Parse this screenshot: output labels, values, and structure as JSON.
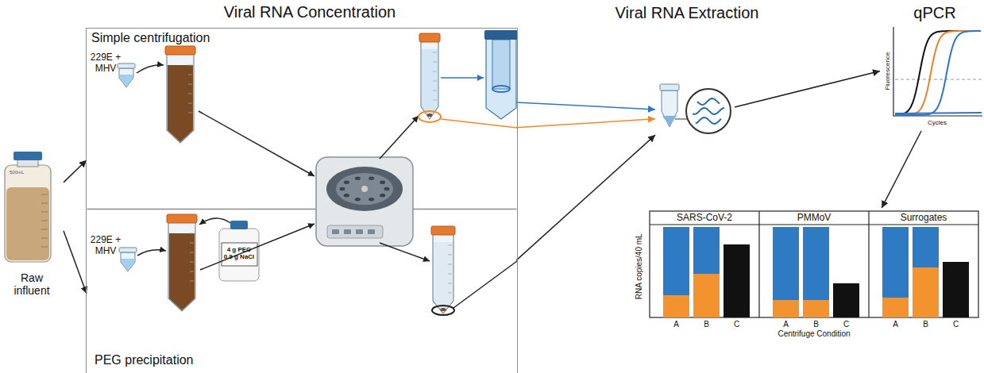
{
  "diagram": {
    "nodes": [
      {
        "text": [
          "Viral RNA Concentration"
        ]
      },
      {
        "text": [
          "Simple centrifugation"
        ],
        "in": 0
      },
      {
        "text": [
          "PEG precipitation"
        ],
        "in": 0
      },
      {
        "text": [
          "229E + MHV"
        ],
        "in": 1
      },
      {
        "text": [
          "229E + MHV"
        ],
        "in": 2
      },
      {
        "text": [
          "4 g PEG 0.9 g NaCl"
        ],
        "in": 2
      },
      {
        "text": [
          "Raw influent"
        ]
      },
      {
        "text": [
          "Viral RNA Extraction"
        ]
      },
      {
        "text": [
          "qPCR",
          "Fluorescence",
          "Cycles"
        ]
      },
      {
        "text": [
          "SARS-CoV-2",
          "PMMoV",
          "Surrogates",
          "RNA copies/40 mL",
          "A",
          "B",
          "C",
          "A",
          "B",
          "C",
          "A",
          "B",
          "C",
          "Centrifuge Condition"
        ]
      }
    ],
    "edges": [
      {
        "from": 6,
        "to": 1,
        "arrow": "to"
      },
      {
        "from": 6,
        "to": 2,
        "arrow": "to"
      },
      {
        "from": 1,
        "to": 7,
        "arrow": "to"
      },
      {
        "from": 1,
        "to": 7,
        "arrow": "to"
      },
      {
        "from": 2,
        "to": 7,
        "arrow": "to"
      },
      {
        "from": 7,
        "to": 8,
        "arrow": "to"
      },
      {
        "from": 8,
        "to": 9,
        "arrow": "to"
      }
    ],
    "labels": [
      "500mL"
    ]
  }
}
